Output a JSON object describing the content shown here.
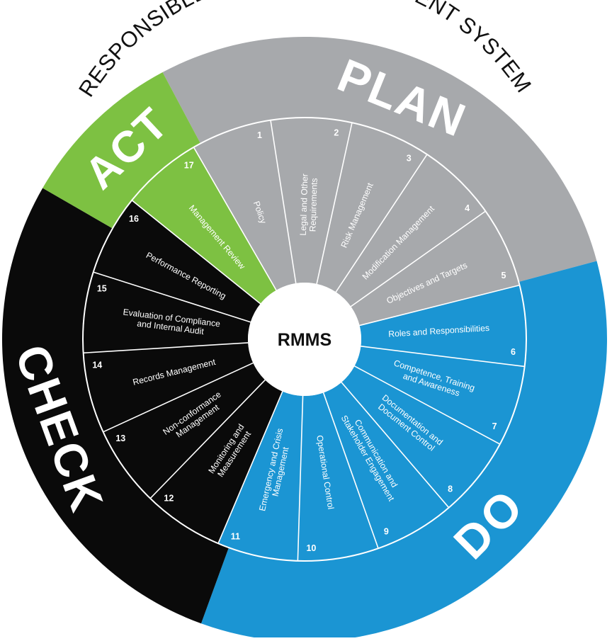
{
  "title": "RESPONSIBLE MINING MANAGEMENT SYSTEM",
  "center_label": "RMMS",
  "colors": {
    "plan": "#A7A9AC",
    "do": "#1B95D3",
    "check": "#0A0A0A",
    "act": "#7DC142",
    "divider": "#FFFFFF",
    "center": "#FFFFFF",
    "title_text": "#111111"
  },
  "phases": [
    {
      "id": "plan",
      "label": "PLAN",
      "color": "#A7A9AC",
      "text_color": "#FFFFFF"
    },
    {
      "id": "do",
      "label": "DO",
      "color": "#1B95D3",
      "text_color": "#FFFFFF"
    },
    {
      "id": "check",
      "label": "CHECK",
      "color": "#0A0A0A",
      "text_color": "#FFFFFF"
    },
    {
      "id": "act",
      "label": "ACT",
      "color": "#7DC142",
      "text_color": "#FFFFFF"
    }
  ],
  "segments": [
    {
      "number": "1",
      "lines": [
        "Policy"
      ],
      "phase": "plan"
    },
    {
      "number": "2",
      "lines": [
        "Legal and Other",
        "Requirements"
      ],
      "phase": "plan"
    },
    {
      "number": "3",
      "lines": [
        "Risk Management"
      ],
      "phase": "plan"
    },
    {
      "number": "4",
      "lines": [
        "Modification Management"
      ],
      "phase": "plan"
    },
    {
      "number": "5",
      "lines": [
        "Objectives and Targets"
      ],
      "phase": "plan"
    },
    {
      "number": "6",
      "lines": [
        "Roles and Responsibilities"
      ],
      "phase": "do"
    },
    {
      "number": "7",
      "lines": [
        "Competence, Training",
        "and Awareness"
      ],
      "phase": "do"
    },
    {
      "number": "8",
      "lines": [
        "Documentation and",
        "Document Control"
      ],
      "phase": "do"
    },
    {
      "number": "9",
      "lines": [
        "Communication and",
        "Stakeholder Engagement"
      ],
      "phase": "do"
    },
    {
      "number": "10",
      "lines": [
        "Operational Control"
      ],
      "phase": "do"
    },
    {
      "number": "11",
      "lines": [
        "Emergency and Crisis",
        "Management"
      ],
      "phase": "do"
    },
    {
      "number": "12",
      "lines": [
        "Monitoring and",
        "Measurement"
      ],
      "phase": "check"
    },
    {
      "number": "13",
      "lines": [
        "Non-conformance",
        "Management"
      ],
      "phase": "check"
    },
    {
      "number": "14",
      "lines": [
        "Records Management"
      ],
      "phase": "check"
    },
    {
      "number": "15",
      "lines": [
        "Evaluation of Compliance",
        "and Internal Audit"
      ],
      "phase": "check"
    },
    {
      "number": "16",
      "lines": [
        "Performance Reporting"
      ],
      "phase": "check"
    },
    {
      "number": "17",
      "lines": [
        "Management Review"
      ],
      "phase": "act"
    }
  ]
}
